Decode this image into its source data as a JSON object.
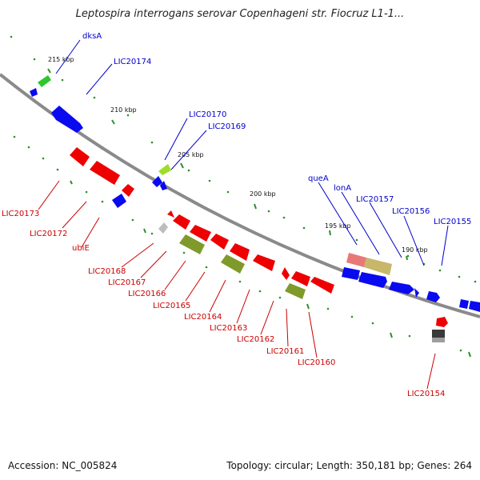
{
  "title": "Leptospira interrogans serovar Copenhageni str. Fiocruz L1-1...",
  "footer": {
    "accession": "Accession: NC_005824",
    "summary": "Topology: circular; Length: 350,181 bp; Genes: 264"
  },
  "colors": {
    "forward_label": "#0000cc",
    "reverse_label": "#cc0000",
    "backbone": "#8a8a8a",
    "tick": "#2f8f2f"
  },
  "ticks": [
    "215 kbp",
    "210 kbp",
    "205 kbp",
    "200 kbp",
    "195 kbp",
    "190 kbp"
  ],
  "genes_forward": [
    "dksA",
    "LIC20174",
    "LIC20170",
    "LIC20169",
    "queA",
    "lonA",
    "LIC20157",
    "LIC20156",
    "LIC20155"
  ],
  "genes_reverse": [
    "LIC20173",
    "LIC20172",
    "ubiE",
    "LIC20168",
    "LIC20167",
    "LIC20166",
    "LIC20165",
    "LIC20164",
    "LIC20163",
    "LIC20162",
    "LIC20161",
    "LIC20160",
    "LIC20154"
  ]
}
